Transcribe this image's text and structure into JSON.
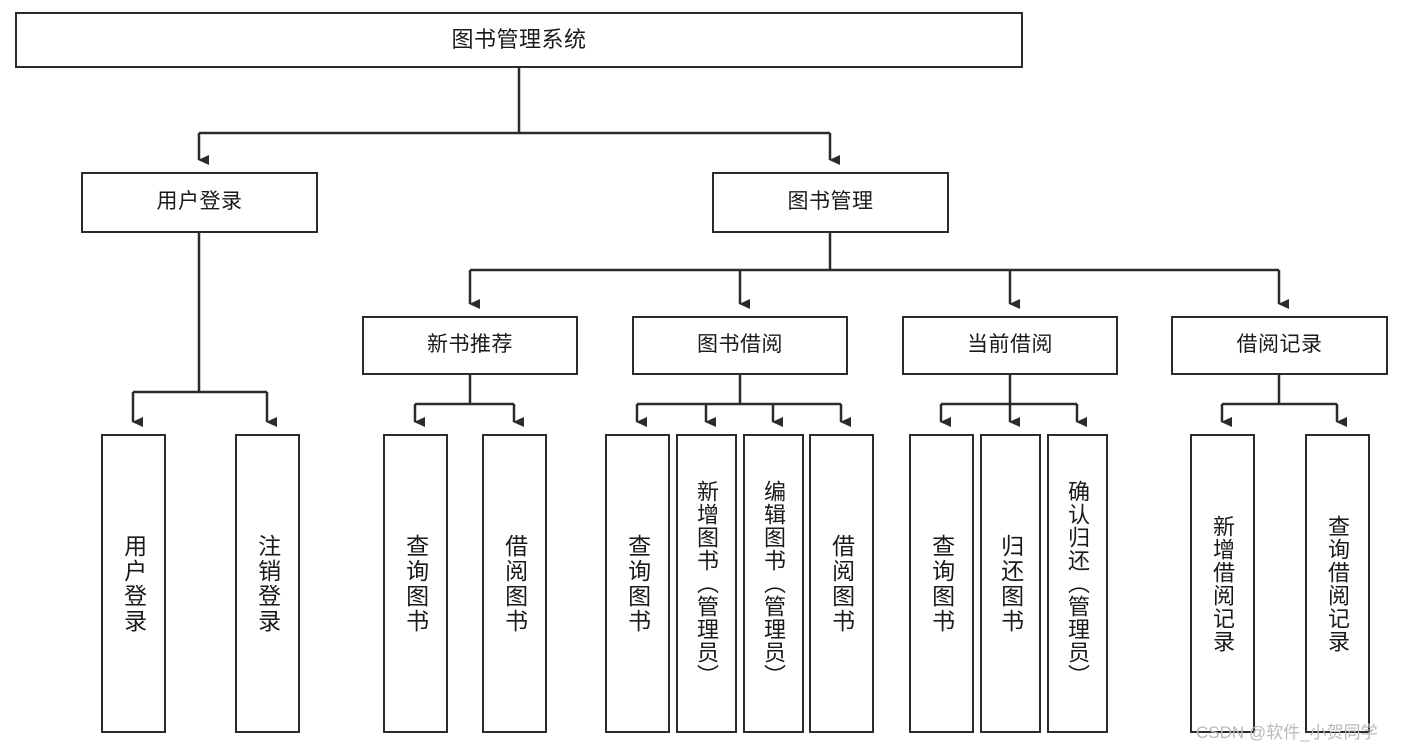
{
  "diagram": {
    "title": "图书管理系统",
    "type": "tree",
    "stroke_color": "#2b2b2b",
    "fill_color": "#ffffff",
    "text_color": "#1a1a1a",
    "watermark": "CSDN @软件_小贺同学"
  },
  "nodes": {
    "root": {
      "label": "图书管理系统"
    },
    "level1": [
      {
        "label": "用户登录"
      },
      {
        "label": "图书管理"
      }
    ],
    "level2": [
      {
        "label": "新书推荐"
      },
      {
        "label": "图书借阅"
      },
      {
        "label": "当前借阅"
      },
      {
        "label": "借阅记录"
      }
    ],
    "leaves": {
      "user_login": [
        {
          "label": "用户登录"
        },
        {
          "label": "注销登录"
        }
      ],
      "new_book_recommend": [
        {
          "label": "查询图书"
        },
        {
          "label": "借阅图书"
        }
      ],
      "book_borrow": [
        {
          "label": "查询图书"
        },
        {
          "label": "新增图书（管理员）"
        },
        {
          "label": "编辑图书（管理员）"
        },
        {
          "label": "借阅图书"
        }
      ],
      "current_borrow": [
        {
          "label": "查询图书"
        },
        {
          "label": "归还图书"
        },
        {
          "label": "确认归还（管理员）"
        }
      ],
      "borrow_record": [
        {
          "label": "新增借阅记录"
        },
        {
          "label": "查询借阅记录"
        }
      ]
    }
  }
}
